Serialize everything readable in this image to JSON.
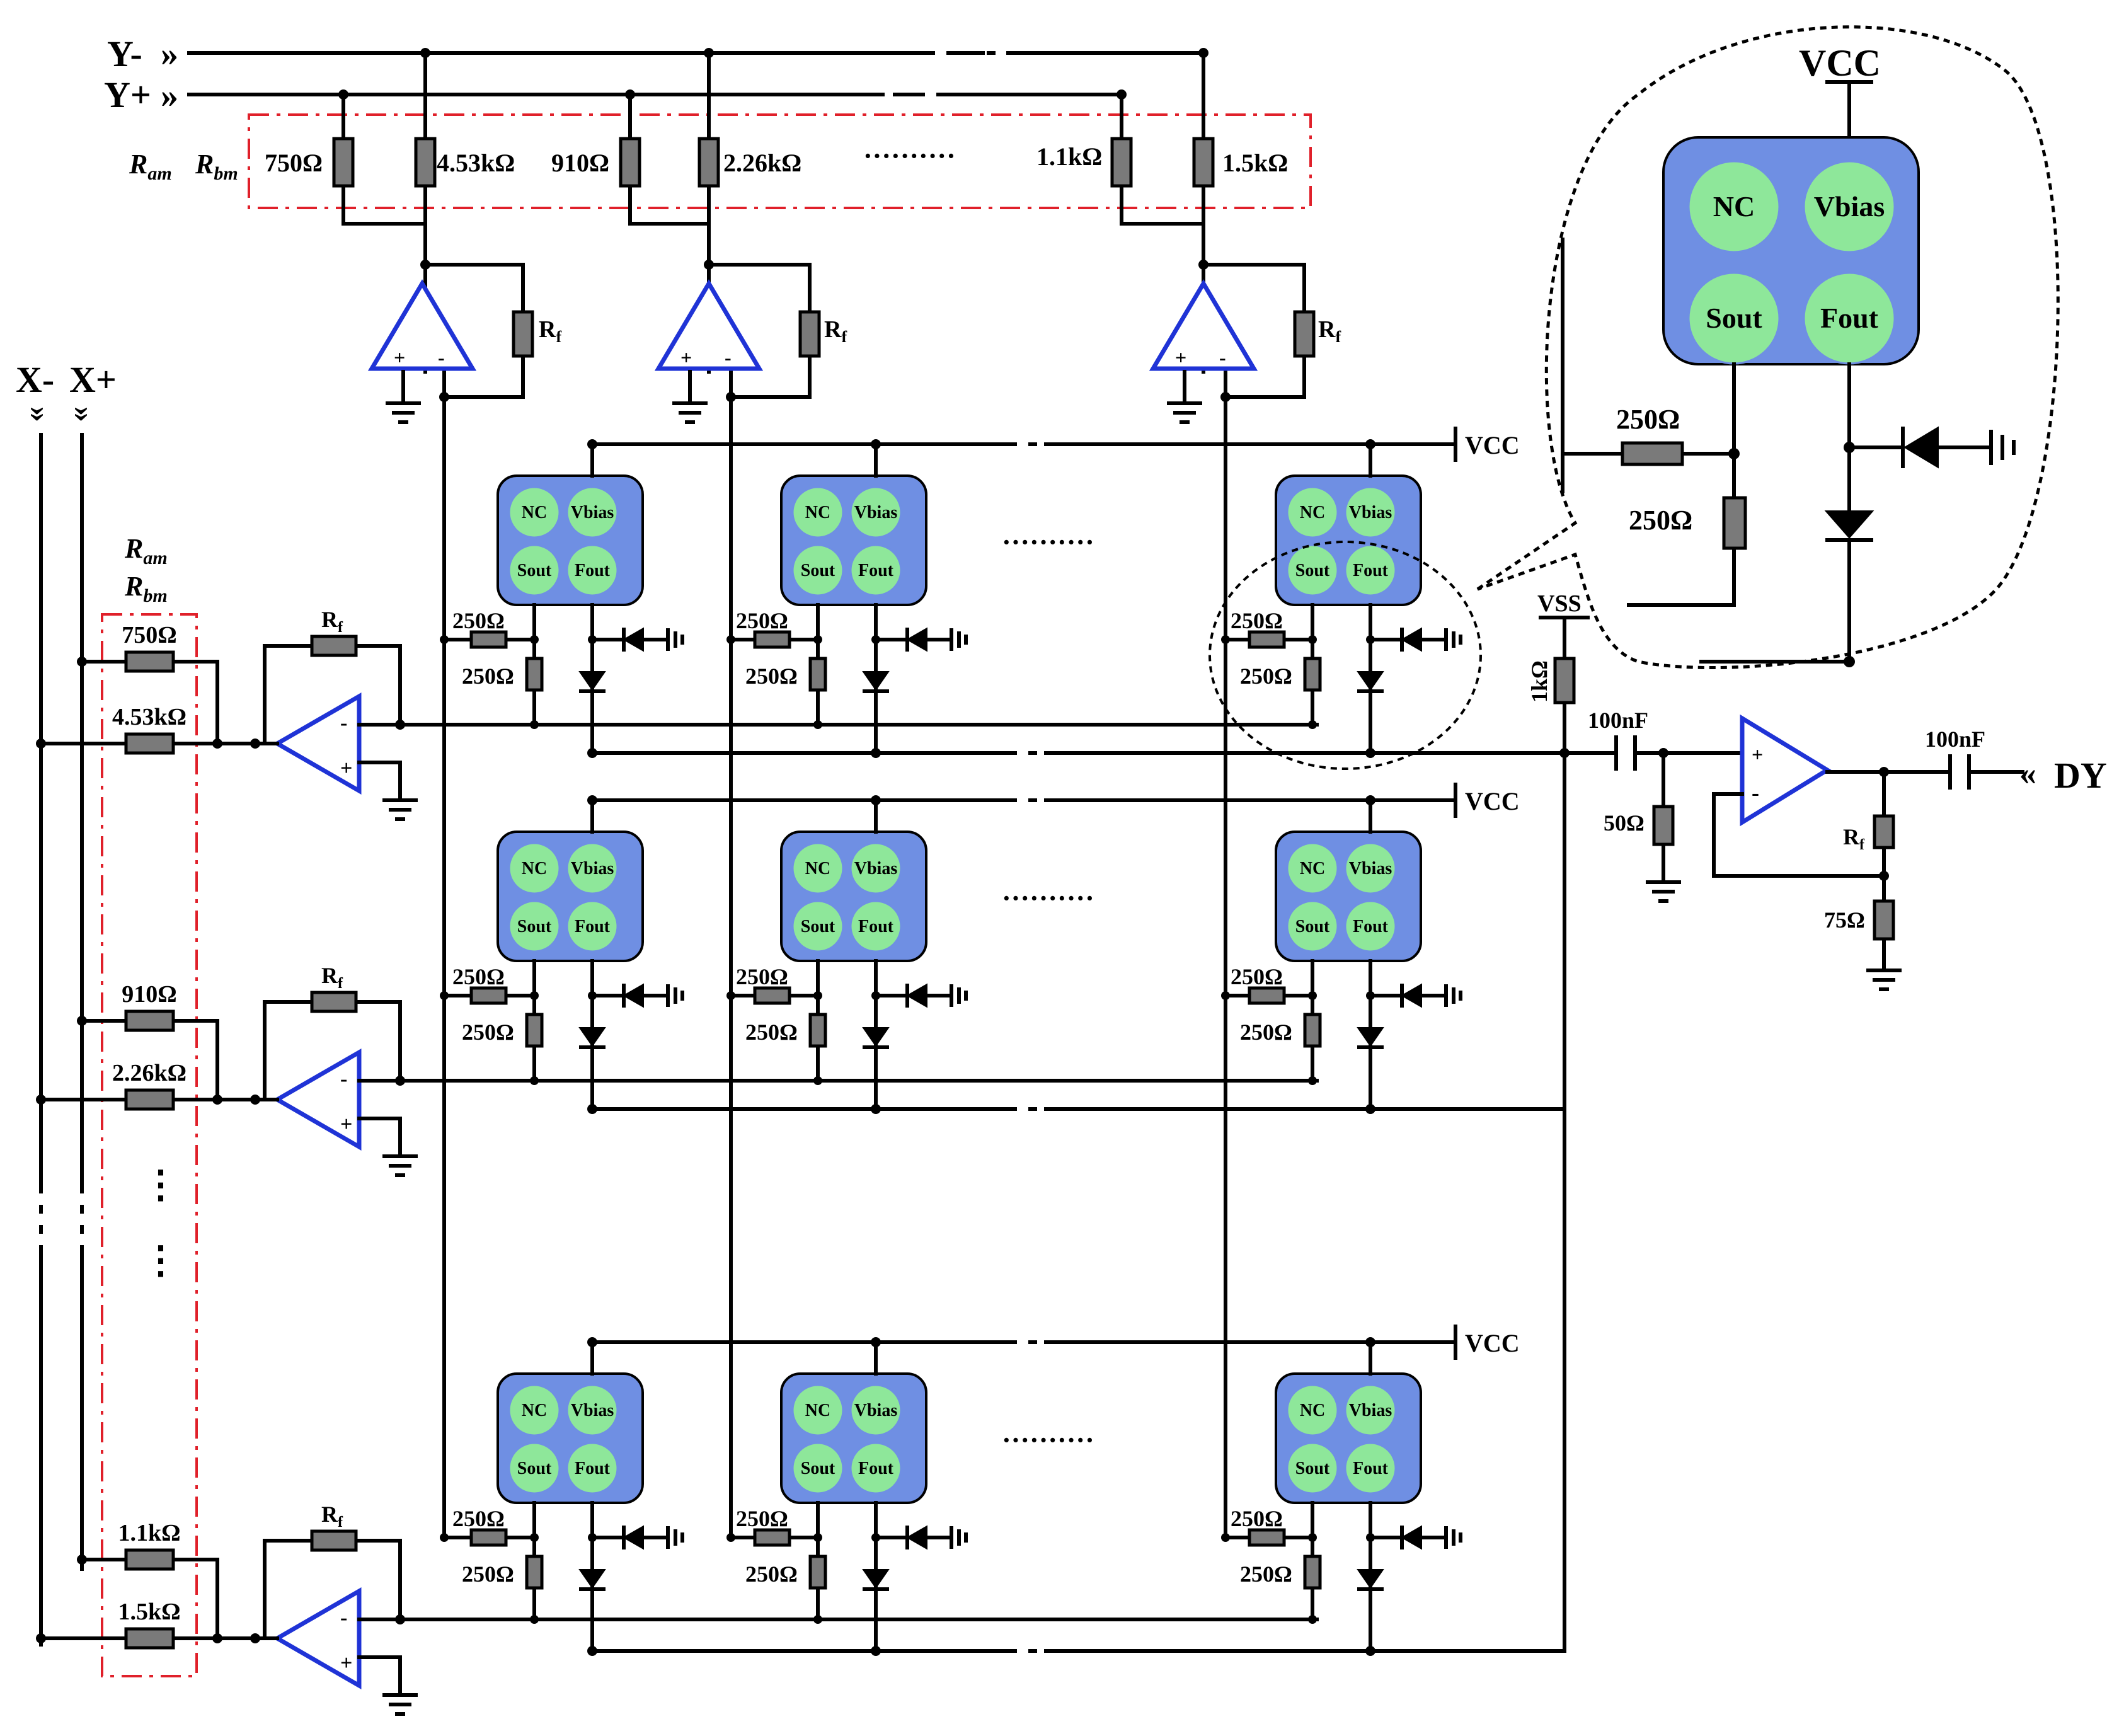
{
  "ports": {
    "y_minus": "Y-",
    "y_plus": "Y+",
    "x_minus": "X-",
    "x_plus": "X+",
    "output": "DY",
    "vcc": "VCC",
    "vss": "VSS"
  },
  "labels": {
    "r_am": "R",
    "r_am_sub": "am",
    "r_bm": "R",
    "r_bm_sub": "bm",
    "rf": "R",
    "rf_sub": "f",
    "ellipsis": "··········",
    "vertical_ellipsis": "⋮"
  },
  "y_resistors": [
    "750Ω",
    "4.53kΩ",
    "910Ω",
    "2.26kΩ",
    "1.1kΩ",
    "1.5kΩ"
  ],
  "x_resistors": [
    "750Ω",
    "4.53kΩ",
    "910Ω",
    "2.26kΩ",
    "1.1kΩ",
    "1.5kΩ"
  ],
  "chip": {
    "pads": [
      "NC",
      "Vbias",
      "Sout",
      "Fout"
    ],
    "r1": "250Ω",
    "r2": "250Ω"
  },
  "zoom": {
    "vcc": "VCC",
    "pads": [
      "NC",
      "Vbias",
      "Sout",
      "Fout"
    ],
    "r1": "250Ω",
    "r2": "250Ω"
  },
  "output_stage": {
    "r_vss": "1kΩ",
    "cap_in": "100nF",
    "r_shunt": "50Ω",
    "rf": "R",
    "rf_sub": "f",
    "r_ground": "75Ω",
    "cap_out": "100nF"
  },
  "opamp_signs": {
    "plus": "+",
    "minus": "-"
  }
}
